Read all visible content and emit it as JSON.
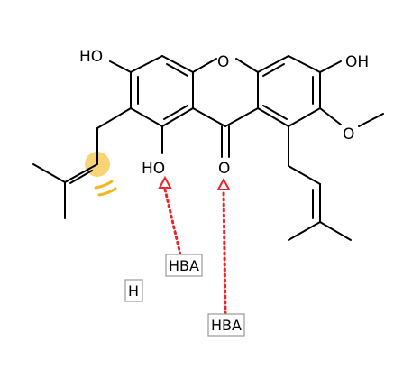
{
  "atoms": {
    "oh_top_left": "HO",
    "oh_top_right": "OH",
    "ring_oxygen": "O",
    "methoxy_oxygen": "O",
    "oh_chelated": "HO",
    "carbonyl_oxygen": "O"
  },
  "annotations": {
    "hba_1": "HBA",
    "hba_2": "HBA",
    "h_box": "H"
  },
  "colors": {
    "bond": "#000000",
    "acceptor_arrow": "#e8262b",
    "highlight": "#f6c64a"
  }
}
